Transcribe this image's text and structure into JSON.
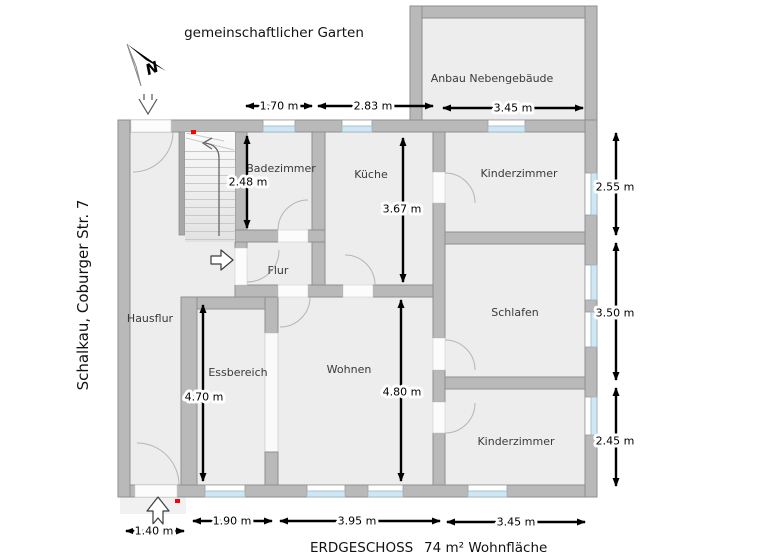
{
  "header": {
    "garden_label": "gemeinschaftlicher Garten",
    "compass_label": "N"
  },
  "address_label": "Schalkau, Coburger Str. 7",
  "footer": {
    "floor_label": "ERDGESCHOSS",
    "area_label": "74 m² Wohnfläche"
  },
  "rooms": {
    "anbau": "Anbau Nebengebäude",
    "badezimmer": "Badezimmer",
    "kueche": "Küche",
    "kinderzimmer_top": "Kinderzimmer",
    "flur": "Flur",
    "hausflur": "Hausflur",
    "essbereich": "Essbereich",
    "wohnen": "Wohnen",
    "schlafen": "Schlafen",
    "kinderzimmer_bottom": "Kinderzimmer"
  },
  "dimensions": {
    "top_1": "1.70 m",
    "top_2": "2.83 m",
    "top_3": "3.45 m",
    "right_1": "2.55 m",
    "right_2": "3.50 m",
    "right_3": "2.45 m",
    "bottom_1": "1.90 m",
    "bottom_2": "3.95 m",
    "bottom_3": "3.45 m",
    "entrance": "1.40 m",
    "badezimmer_h": "2.48 m",
    "kueche_h": "3.67 m",
    "essbereich_h": "4.70 m",
    "wohnen_h": "4.80 m"
  },
  "colors": {
    "wall": "#b9b9b9",
    "wall_outline": "#8e8e8e",
    "floor": "#ededed",
    "window_glass": "#cfe7f4",
    "dimension": "#000000",
    "entry_marker": "#ff0000",
    "stair_arrow": "#666666"
  }
}
